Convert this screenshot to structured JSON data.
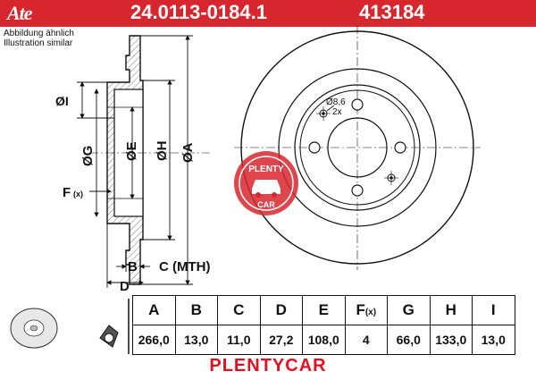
{
  "header": {
    "brand": "Ate",
    "part_number": "24.0113-0184.1",
    "code": "413184",
    "background": "#d8262e"
  },
  "notes": {
    "line1": "Abbildung ähnlich",
    "line2": "Illustration similar"
  },
  "drawing_labels": {
    "dim_i": "ØI",
    "dim_g": "ØG",
    "dim_e": "ØE",
    "dim_h": "ØH",
    "dim_a": "ØA",
    "dim_f": "F",
    "dim_f_sub": "(x)",
    "dim_b": "B",
    "dim_c": "C (MTH)",
    "dim_d": "D",
    "hole_note": "Ø8,6",
    "hole_count": "2x"
  },
  "watermark": {
    "top_text": "PLENTY",
    "bottom_text": "CAR",
    "color": "#d8262e"
  },
  "spec_table": {
    "headers": [
      "A",
      "B",
      "C",
      "D",
      "E",
      "F",
      "G",
      "H",
      "I"
    ],
    "f_suffix": "(x)",
    "values": [
      "266,0",
      "13,0",
      "11,0",
      "27,2",
      "108,0",
      "4",
      "66,0",
      "133,0",
      "13,0"
    ]
  },
  "footer": {
    "text": "PLENTYCAR",
    "color": "#e01020"
  }
}
